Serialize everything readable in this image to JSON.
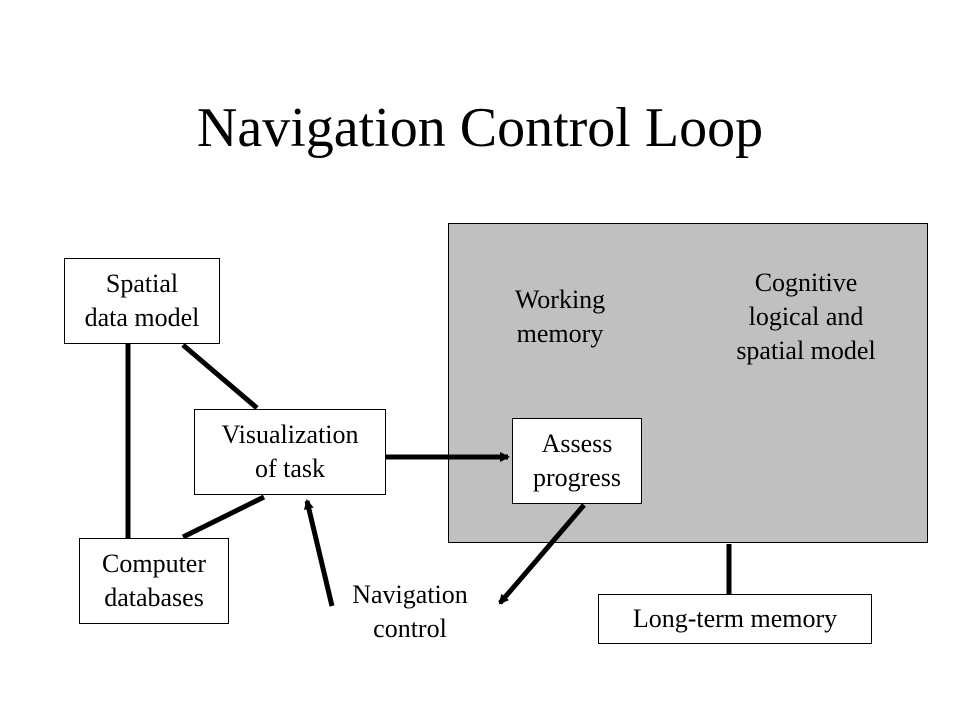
{
  "slide": {
    "title": "Navigation Control Loop"
  },
  "nodes": {
    "spatial_data_model": "Spatial\ndata model",
    "visualization_of_task": "Visualization\nof task",
    "computer_databases": "Computer\ndatabases",
    "working_memory": "Working\nmemory",
    "cognitive_model": "Cognitive\nlogical and\nspatial model",
    "assess_progress": "Assess\nprogress",
    "long_term_memory": "Long-term memory",
    "navigation_control": "Navigation\ncontrol"
  },
  "colors": {
    "panel_fill": "#c0c0c0",
    "line": "#000000",
    "box_fill": "#ffffff"
  }
}
